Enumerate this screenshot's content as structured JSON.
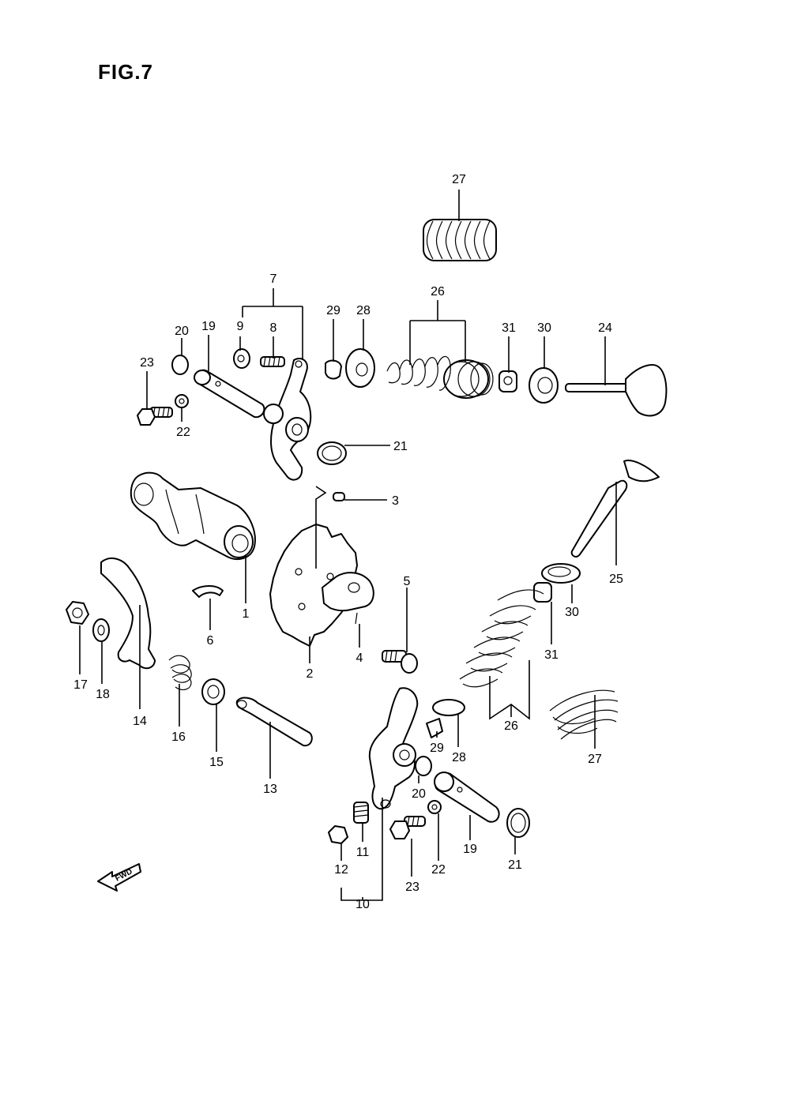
{
  "figure": {
    "title": "FIG.7"
  },
  "fwd_arrow": {
    "label": "FWD"
  },
  "callouts": [
    {
      "id": "c27a",
      "text": "27"
    },
    {
      "id": "c26a",
      "text": "26"
    },
    {
      "id": "c7",
      "text": "7"
    },
    {
      "id": "c9",
      "text": "9"
    },
    {
      "id": "c8",
      "text": "8"
    },
    {
      "id": "c29a",
      "text": "29"
    },
    {
      "id": "c28a",
      "text": "28"
    },
    {
      "id": "c31a",
      "text": "31"
    },
    {
      "id": "c30a",
      "text": "30"
    },
    {
      "id": "c24",
      "text": "24"
    },
    {
      "id": "c20a",
      "text": "20"
    },
    {
      "id": "c19a",
      "text": "19"
    },
    {
      "id": "c23a",
      "text": "23"
    },
    {
      "id": "c22a",
      "text": "22"
    },
    {
      "id": "c21a",
      "text": "21"
    },
    {
      "id": "c3",
      "text": "3"
    },
    {
      "id": "c25",
      "text": "25"
    },
    {
      "id": "c5",
      "text": "5"
    },
    {
      "id": "c1",
      "text": "1"
    },
    {
      "id": "c6",
      "text": "6"
    },
    {
      "id": "c2",
      "text": "2"
    },
    {
      "id": "c4",
      "text": "4"
    },
    {
      "id": "c30b",
      "text": "30"
    },
    {
      "id": "c31b",
      "text": "31"
    },
    {
      "id": "c17",
      "text": "17"
    },
    {
      "id": "c18",
      "text": "18"
    },
    {
      "id": "c14",
      "text": "14"
    },
    {
      "id": "c16",
      "text": "16"
    },
    {
      "id": "c15",
      "text": "15"
    },
    {
      "id": "c13",
      "text": "13"
    },
    {
      "id": "c26b",
      "text": "26"
    },
    {
      "id": "c27b",
      "text": "27"
    },
    {
      "id": "c29b",
      "text": "29"
    },
    {
      "id": "c28b",
      "text": "28"
    },
    {
      "id": "c20b",
      "text": "20"
    },
    {
      "id": "c19b",
      "text": "19"
    },
    {
      "id": "c21b",
      "text": "21"
    },
    {
      "id": "c11",
      "text": "11"
    },
    {
      "id": "c12",
      "text": "12"
    },
    {
      "id": "c10",
      "text": "10"
    },
    {
      "id": "c23b",
      "text": "23"
    },
    {
      "id": "c22b",
      "text": "22"
    }
  ]
}
